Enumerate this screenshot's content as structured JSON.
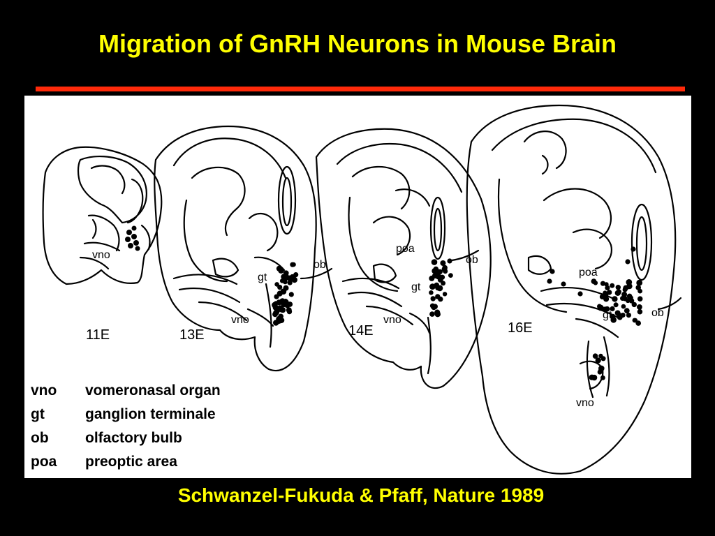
{
  "title": "Migration of GnRH Neurons in Mouse Brain",
  "citation": "Schwanzel-Fukuda & Pfaff, Nature 1989",
  "colors": {
    "background": "#000000",
    "title": "#ffff00",
    "rule": "#ff2a0a",
    "panel": "#ffffff"
  },
  "stages": [
    {
      "id": "e11",
      "label": "11E",
      "annotations": [
        "vno"
      ]
    },
    {
      "id": "e13",
      "label": "13E",
      "annotations": [
        "ob",
        "gt",
        "vno"
      ]
    },
    {
      "id": "e14",
      "label": "14E",
      "annotations": [
        "poa",
        "ob",
        "gt",
        "vno"
      ]
    },
    {
      "id": "e16",
      "label": "16E",
      "annotations": [
        "poa",
        "gt",
        "ob",
        "vno"
      ]
    }
  ],
  "legend": [
    {
      "abbr": "vno",
      "term": "vomeronasal organ"
    },
    {
      "abbr": "gt",
      "term": "ganglion terminale"
    },
    {
      "abbr": "ob",
      "term": "olfactory bulb"
    },
    {
      "abbr": "poa",
      "term": "preoptic area"
    }
  ]
}
